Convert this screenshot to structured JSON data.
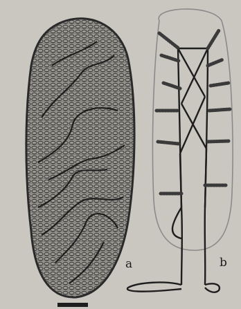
{
  "labels": {
    "a": "a",
    "b": "b"
  },
  "colors": {
    "background": "#c9c7c0",
    "ink": "#1e1e1e",
    "knot_texture": "#3a3a3a",
    "outline_b": "#8a8a8a"
  },
  "icons": {
    "panel_a": "crocheted-oval-mat",
    "panel_b": "mat-foundation-schematic"
  }
}
